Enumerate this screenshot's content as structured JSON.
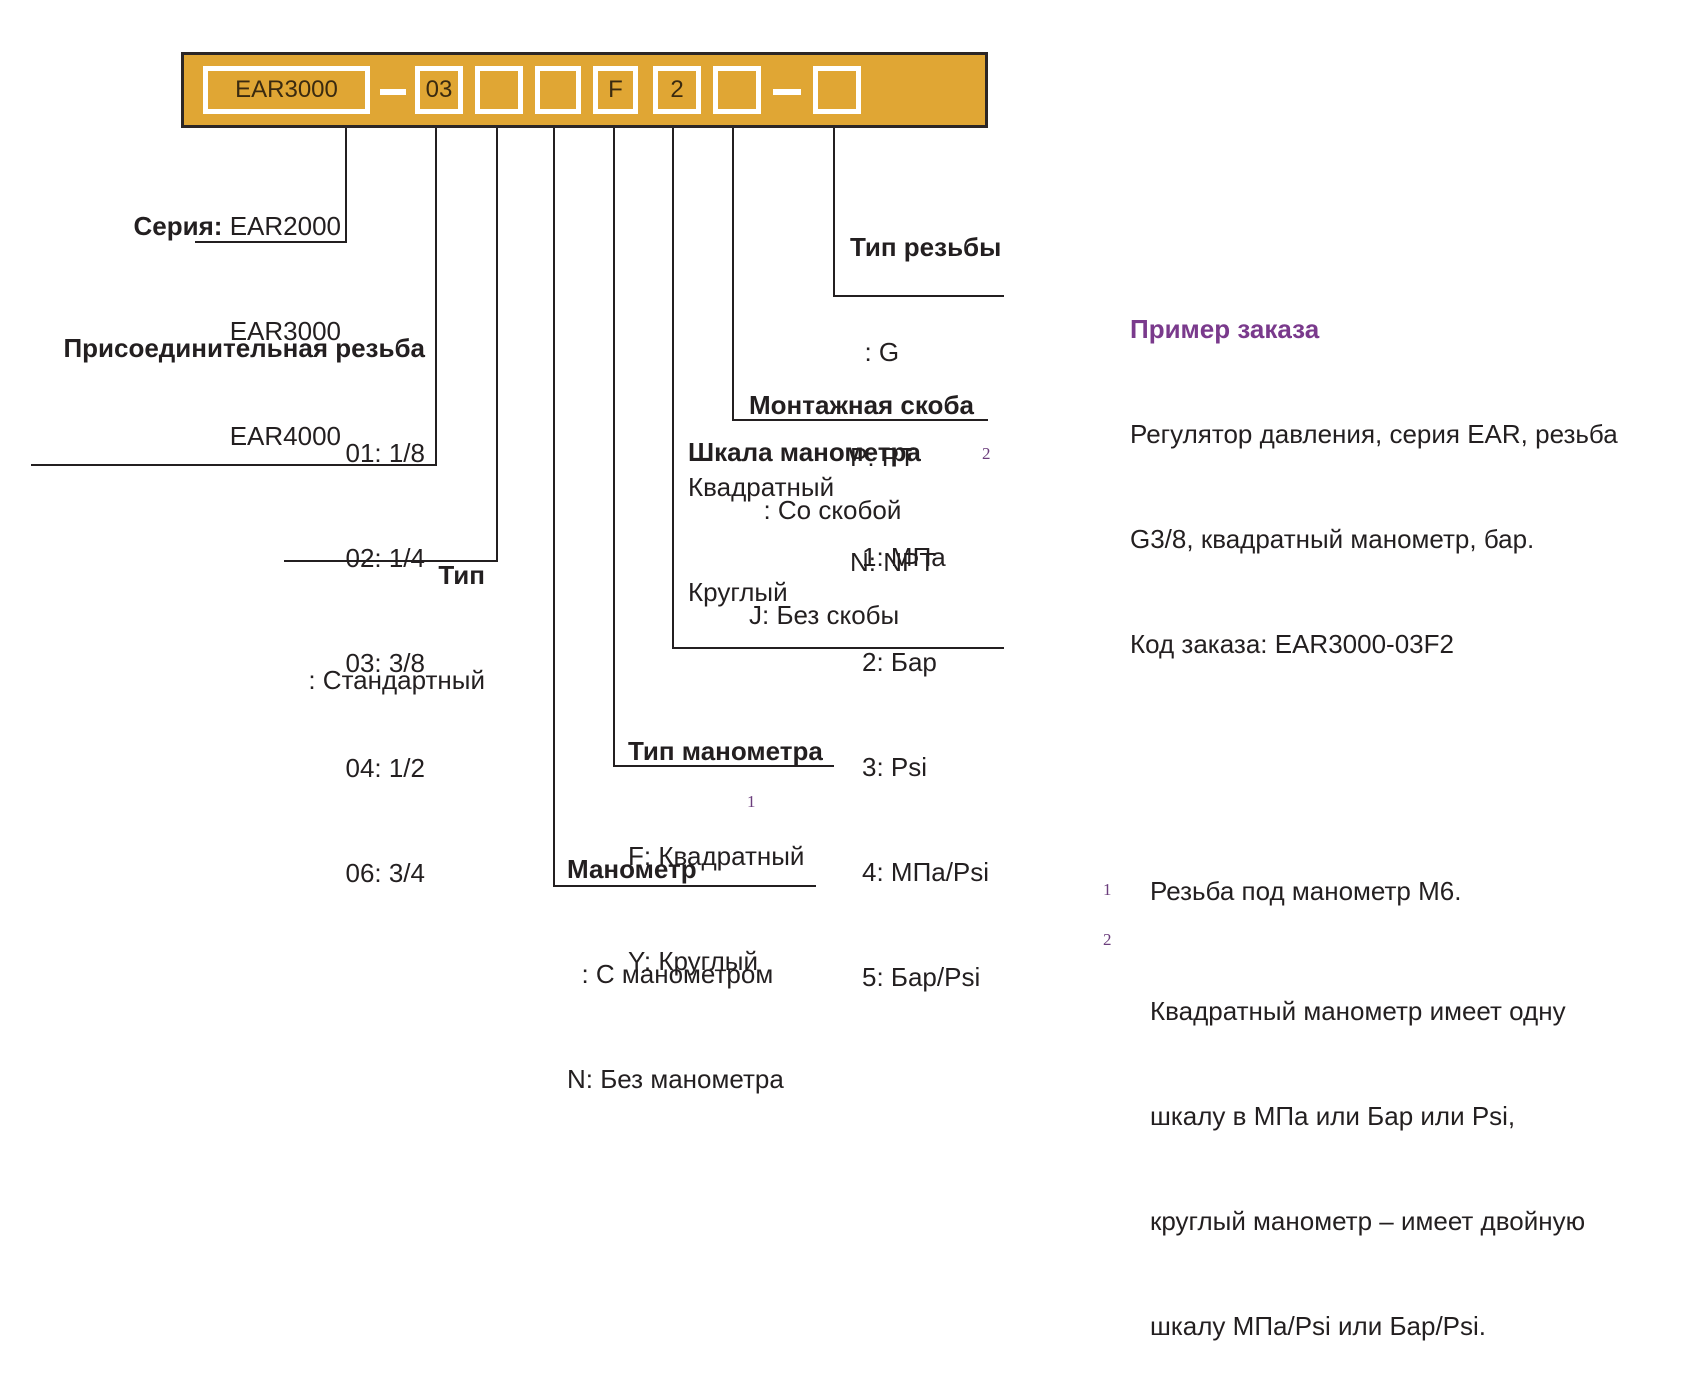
{
  "code": {
    "series_value": "EAR3000",
    "slots": [
      "03",
      "",
      "",
      "F",
      "2",
      "",
      ""
    ]
  },
  "series": {
    "label": "Серия:",
    "options": [
      "EAR2000",
      "EAR3000",
      "EAR4000"
    ]
  },
  "thread_connection": {
    "title": "Присоединительная резьба",
    "options": [
      "01: 1/8",
      "02: 1/4",
      "03: 3/8",
      "04: 1/2",
      "06: 3/4"
    ]
  },
  "type": {
    "title": "Тип",
    "options": [
      ": Стандартный"
    ]
  },
  "gauge": {
    "title": "Манометр",
    "footnote_ref": "1",
    "options": [
      "  : С манометром",
      "N: Без манометра"
    ]
  },
  "gauge_type": {
    "title": "Тип манометра",
    "options": [
      "F: Квадратный",
      "Y: Круглый"
    ]
  },
  "gauge_scale": {
    "title": "Шкала манометра",
    "footnote_ref": "2",
    "groups": [
      {
        "label": "Квадратный",
        "options": [
          "1: МПа",
          "2: Бар",
          "3: Psi"
        ]
      },
      {
        "label": "Круглый",
        "options": [
          "4: МПа/Psi",
          "5: Бар/Psi"
        ]
      }
    ]
  },
  "bracket": {
    "title": "Монтажная скоба",
    "options": [
      "  : Со скобой",
      "J: Без скобы"
    ]
  },
  "thread_type": {
    "title": "Тип резьбы",
    "options": [
      "  : G",
      "P: PT",
      "N: NPT"
    ]
  },
  "order_example": {
    "title": "Пример заказа",
    "lines": [
      "Регулятор давления, серия EAR, резьба",
      "G3/8, квадратный манометр, бар.",
      "Код заказа: EAR3000-03F2"
    ]
  },
  "footnotes": [
    {
      "num": "1",
      "lines": [
        "Резьба под манометр М6."
      ]
    },
    {
      "num": "2",
      "lines": [
        "Квадратный манометр имеет одну",
        "шкалу в МПа или Бар или Psi,",
        "круглый манометр – имеет двойную",
        "шкалу МПа/Psi или Бар/Psi."
      ]
    }
  ],
  "colors": {
    "bar": "#e0a634",
    "accent_purple": "#7a3a8c"
  }
}
